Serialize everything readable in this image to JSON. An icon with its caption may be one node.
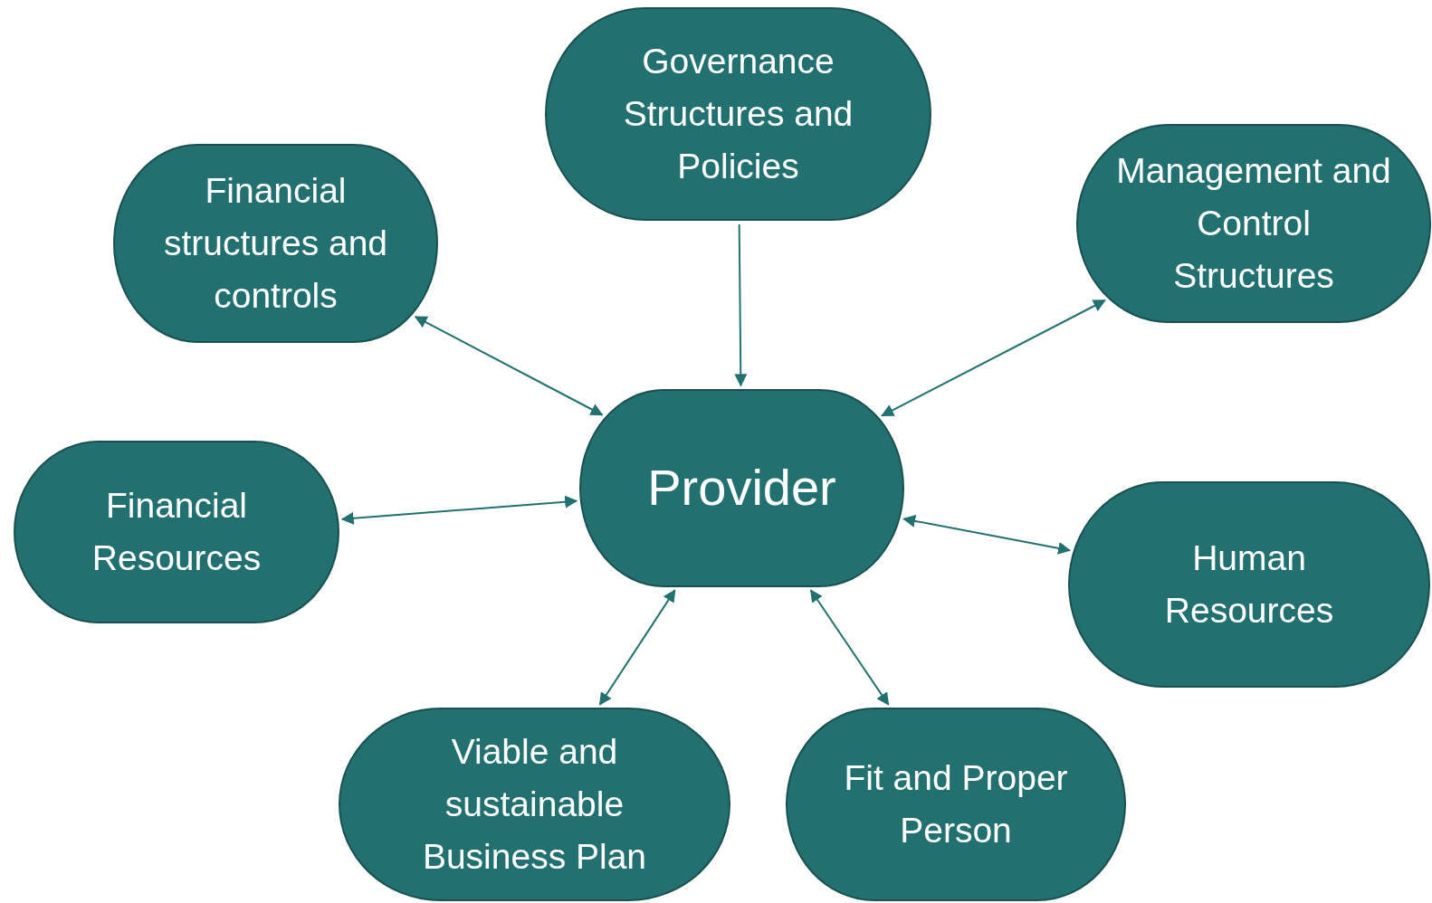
{
  "diagram": {
    "nodes": [
      {
        "text": [
          "Governance Structures and Policies"
        ]
      },
      {
        "text": [
          "Financial structures and controls"
        ]
      },
      {
        "text": [
          "Management and Control Structures"
        ]
      },
      {
        "text": [
          "Financial Resources"
        ]
      },
      {
        "text": [
          "Provider"
        ]
      },
      {
        "text": [
          "Human Resources"
        ]
      },
      {
        "text": [
          "Viable and sustainable Business Plan"
        ]
      },
      {
        "text": [
          "Fit and Proper Person"
        ]
      }
    ],
    "edges": [
      {
        "from": 0,
        "to": 4,
        "arrow": "to"
      },
      {
        "from": 1,
        "to": 4,
        "arrow": "both"
      },
      {
        "from": 2,
        "to": 4,
        "arrow": "both"
      },
      {
        "from": 3,
        "to": 4,
        "arrow": "both"
      },
      {
        "from": 5,
        "to": 4,
        "arrow": "both"
      },
      {
        "from": 6,
        "to": 4,
        "arrow": "both"
      },
      {
        "from": 7,
        "to": 4,
        "arrow": "both"
      }
    ]
  }
}
